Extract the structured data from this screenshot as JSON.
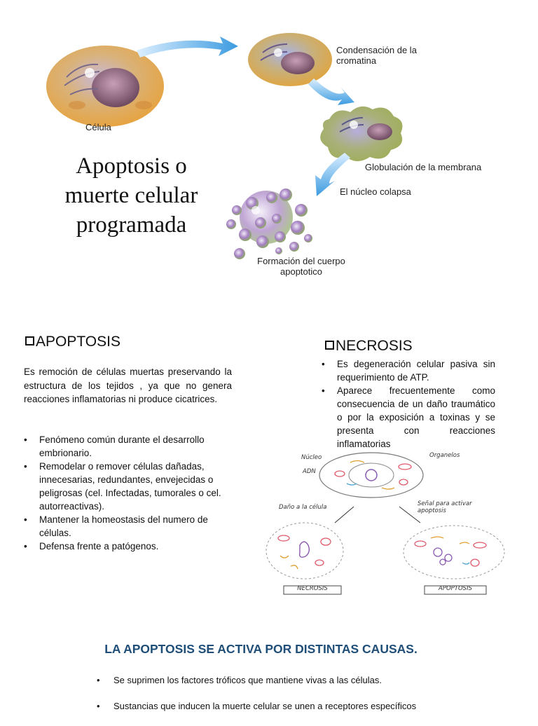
{
  "slide1": {
    "title": "Apoptosis o muerte celular programada",
    "labels": {
      "cell": "Célula",
      "condensation": "Condensación de la cromatina",
      "globulation": "Globulación de la membrana",
      "nucleus_collapse": "El núcleo colapsa",
      "body_formation": "Formación del cuerpo apoptotico"
    }
  },
  "slide2": {
    "apoptosis": {
      "heading": "APOPTOSIS",
      "definition": "Es remoción de células muertas preservando la estructura de los tejidos , ya que no genera reacciones inflamatorias ni produce cicatrices.",
      "bullets": [
        "Fenómeno común durante el desarrollo embrionario.",
        "Remodelar o remover células dañadas, innecesarias, redundantes, envejecidas o peligrosas (cel. Infectadas, tumorales o cel. autorreactivas).",
        "Mantener la homeostasis del numero de células.",
        "Defensa frente a patógenos."
      ]
    },
    "necrosis": {
      "heading": "NECROSIS",
      "bullets": [
        "Es degeneración celular pasiva sin requerimiento de ATP.",
        " Aparece frecuentemente como consecuencia de un daño traumático o por la exposición a toxinas y se presenta con reacciones inflamatorias"
      ]
    },
    "sketch_labels": {
      "nucleo": "Núcleo",
      "adn": "ADN",
      "organelos": "Organelos",
      "dano": "Daño a la célula",
      "senal": "Señal para activar apoptosis",
      "box_necrosis": "NECROSIS",
      "box_apoptosis": "APOPTOSIS"
    }
  },
  "slide3": {
    "title": "LA APOPTOSIS SE ACTIVA POR DISTINTAS CAUSAS.",
    "bullets": [
      "Se suprimen los factores tróficos que mantiene vivas a las células.",
      "Sustancias que inducen la muerte celular se unen a receptores específicos"
    ]
  },
  "colors": {
    "slide3_title": "#1f4e79",
    "arrow": "#5aa9e6",
    "cell_outer": "#e8b04a",
    "nucleus": "#8a5a7a"
  }
}
